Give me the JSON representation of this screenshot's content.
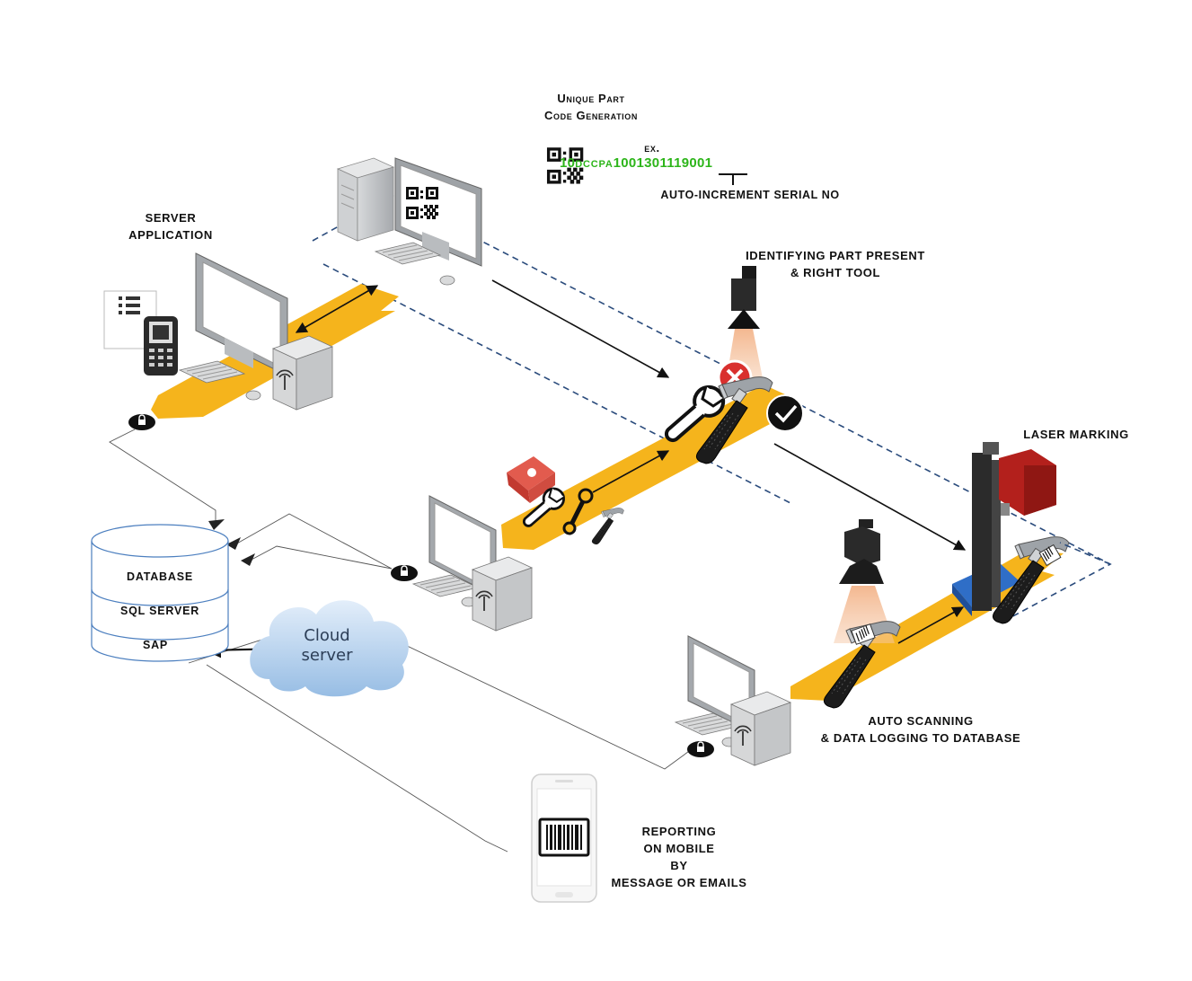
{
  "labels": {
    "unique_part": [
      "Unique Part",
      "Code Generation"
    ],
    "example_prefix": "ex.",
    "code_part1": "10",
    "code_part2": "DCCPA",
    "code_part3": "1001301119001",
    "auto_increment": "AUTO-INCREMENT SERIAL NO",
    "server_app": [
      "SERVER",
      "APPLICATION"
    ],
    "identifying": [
      "IDENTIFYING PART PRESENT",
      "& RIGHT TOOL"
    ],
    "laser": "LASER MARKING",
    "auto_scanning": [
      "AUTO SCANNING",
      "& DATA LOGGING TO DATABASE"
    ],
    "reporting": [
      "REPORTING",
      "ON MOBILE",
      "BY",
      "MESSAGE OR EMAILS"
    ]
  },
  "database": {
    "layers": [
      "DATABASE",
      "SQL SERVER",
      "SAP"
    ]
  },
  "cloud": {
    "lines": [
      "Cloud",
      "server"
    ]
  },
  "colors": {
    "conveyor": "#f5b41c",
    "dashed_outline": "#2a4b7c",
    "code_green": "#2db51a",
    "reject_red": "#d9302e",
    "laser_red": "#b3201c",
    "cloud_blue": "#a9cbeb",
    "monitor_grey": "#b9bcbf"
  },
  "icons": [
    "qr-code-icon",
    "computer-icon",
    "handheld-scanner-icon",
    "list-document-icon",
    "router-icon",
    "camera-sensor-icon",
    "reject-x-icon",
    "check-icon",
    "wrench-icon",
    "hammer-icon",
    "pencil-sharpener-icon",
    "laser-marker-icon",
    "cloud-icon",
    "database-icon",
    "phone-icon",
    "barcode-icon",
    "lock-icon"
  ]
}
